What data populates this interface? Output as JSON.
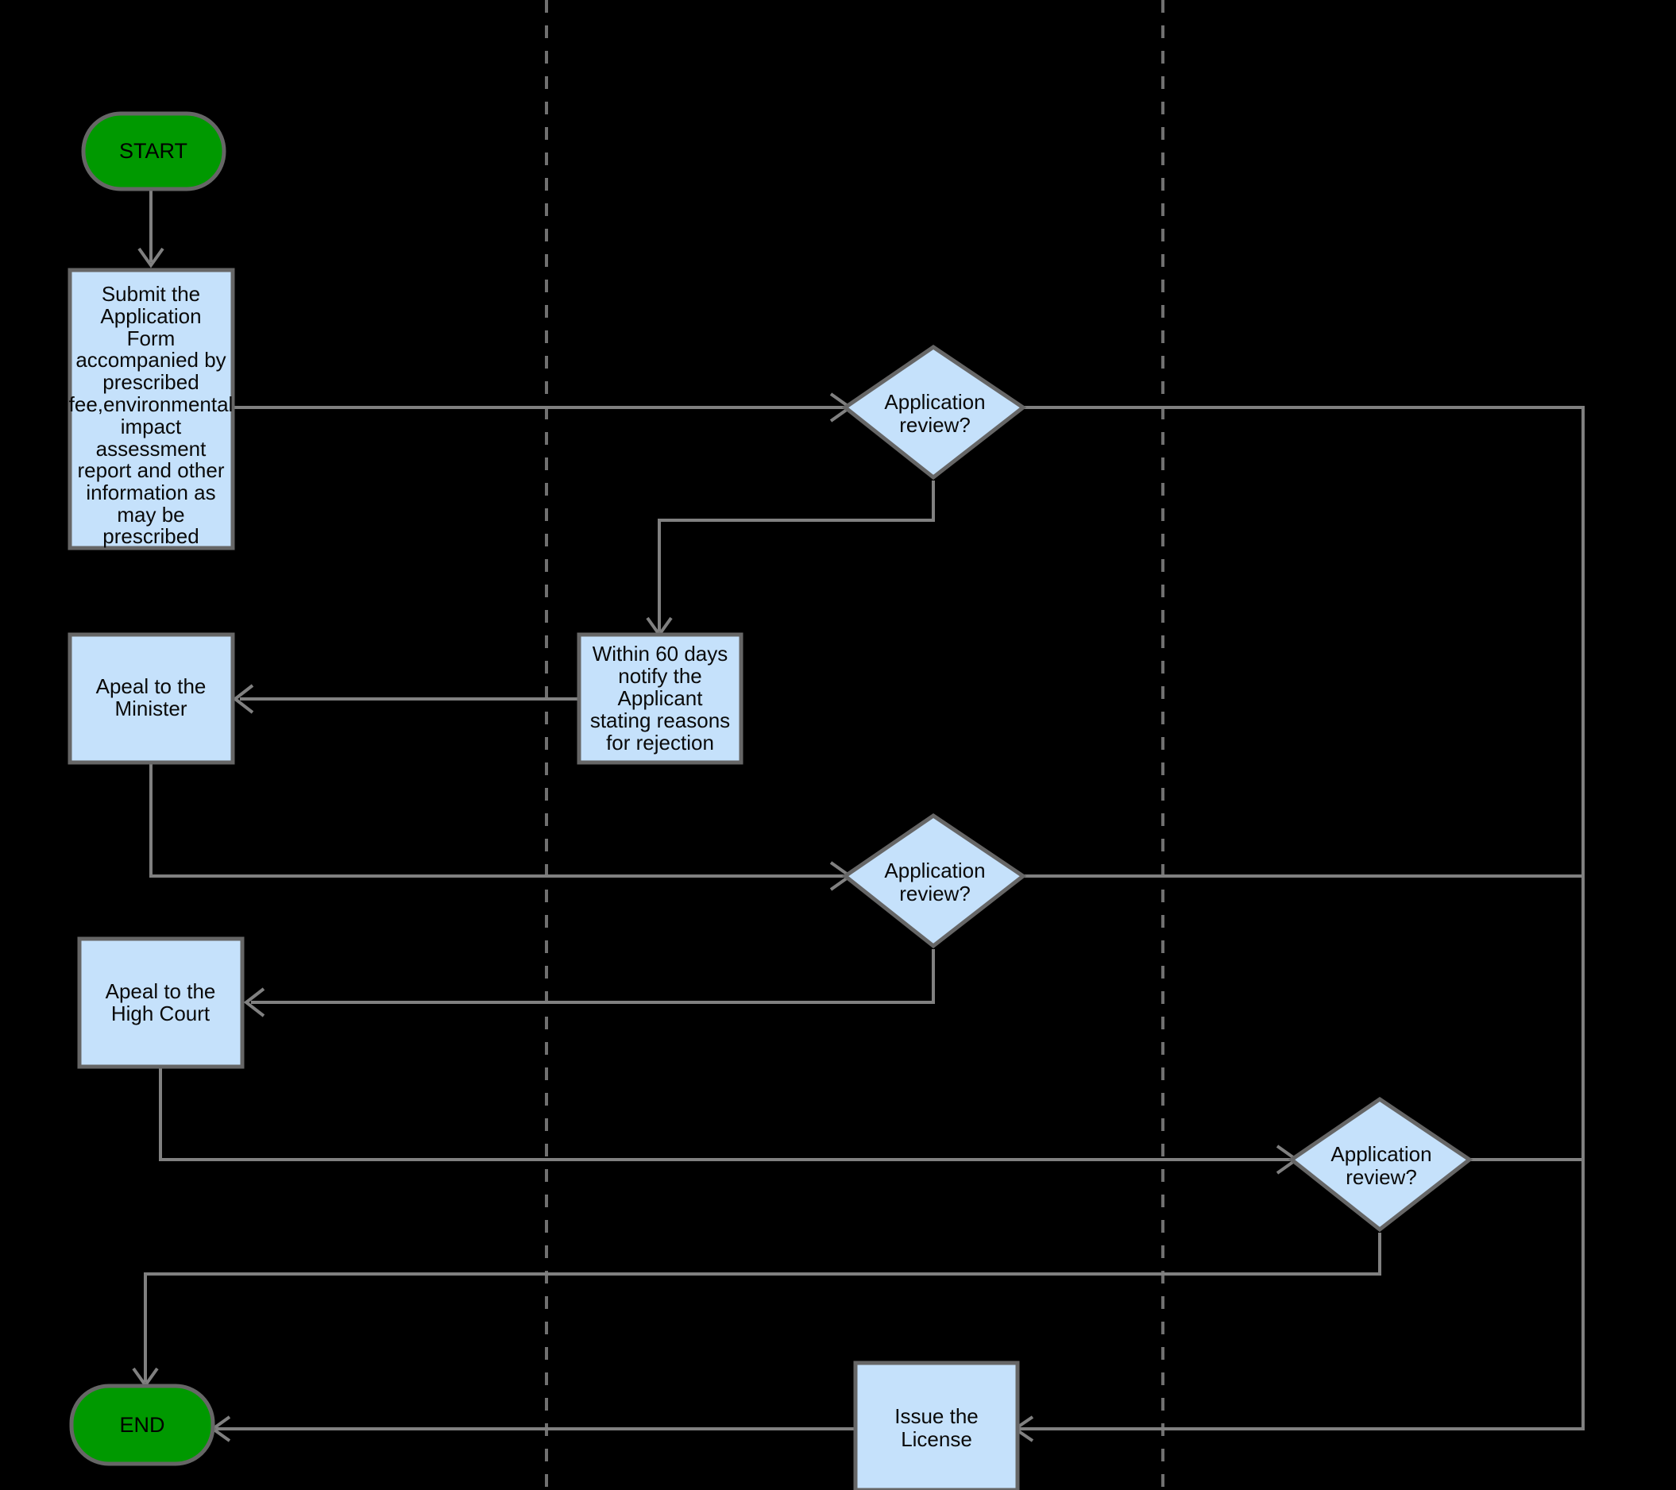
{
  "diagram": {
    "title": "License Application Process Flowchart",
    "type": "flowchart",
    "background_color": "#000000",
    "edge_color": "#808080",
    "process_fill": "#c5e1fb",
    "terminator_fill": "#009900",
    "border_color": "#666666"
  },
  "nodes": {
    "start": {
      "label": "START",
      "shape": "terminator"
    },
    "submit": {
      "shape": "process",
      "lines": [
        "Submit the",
        "Application",
        "Form",
        "accompanied by",
        "prescribed",
        "fee,environmental",
        "impact",
        "assessment",
        "report and other",
        "information as",
        "may be",
        "prescribed"
      ]
    },
    "review1": {
      "shape": "decision",
      "lines": [
        "Application",
        "review?"
      ]
    },
    "notify": {
      "shape": "process",
      "lines": [
        "Within 60 days",
        "notify the",
        "Applicant",
        "stating reasons",
        "for rejection"
      ]
    },
    "appeal_minister": {
      "shape": "process",
      "lines": [
        "Apeal to the",
        "Minister"
      ]
    },
    "review2": {
      "shape": "decision",
      "lines": [
        "Application",
        "review?"
      ]
    },
    "appeal_high_court": {
      "shape": "process",
      "lines": [
        "Apeal to the",
        "High Court"
      ]
    },
    "review3": {
      "shape": "decision",
      "lines": [
        "Application",
        "review?"
      ]
    },
    "issue_license": {
      "shape": "process",
      "lines": [
        "Issue the",
        "License"
      ]
    },
    "end": {
      "label": "END",
      "shape": "terminator"
    }
  },
  "lane_dividers": [
    688,
    1464
  ]
}
